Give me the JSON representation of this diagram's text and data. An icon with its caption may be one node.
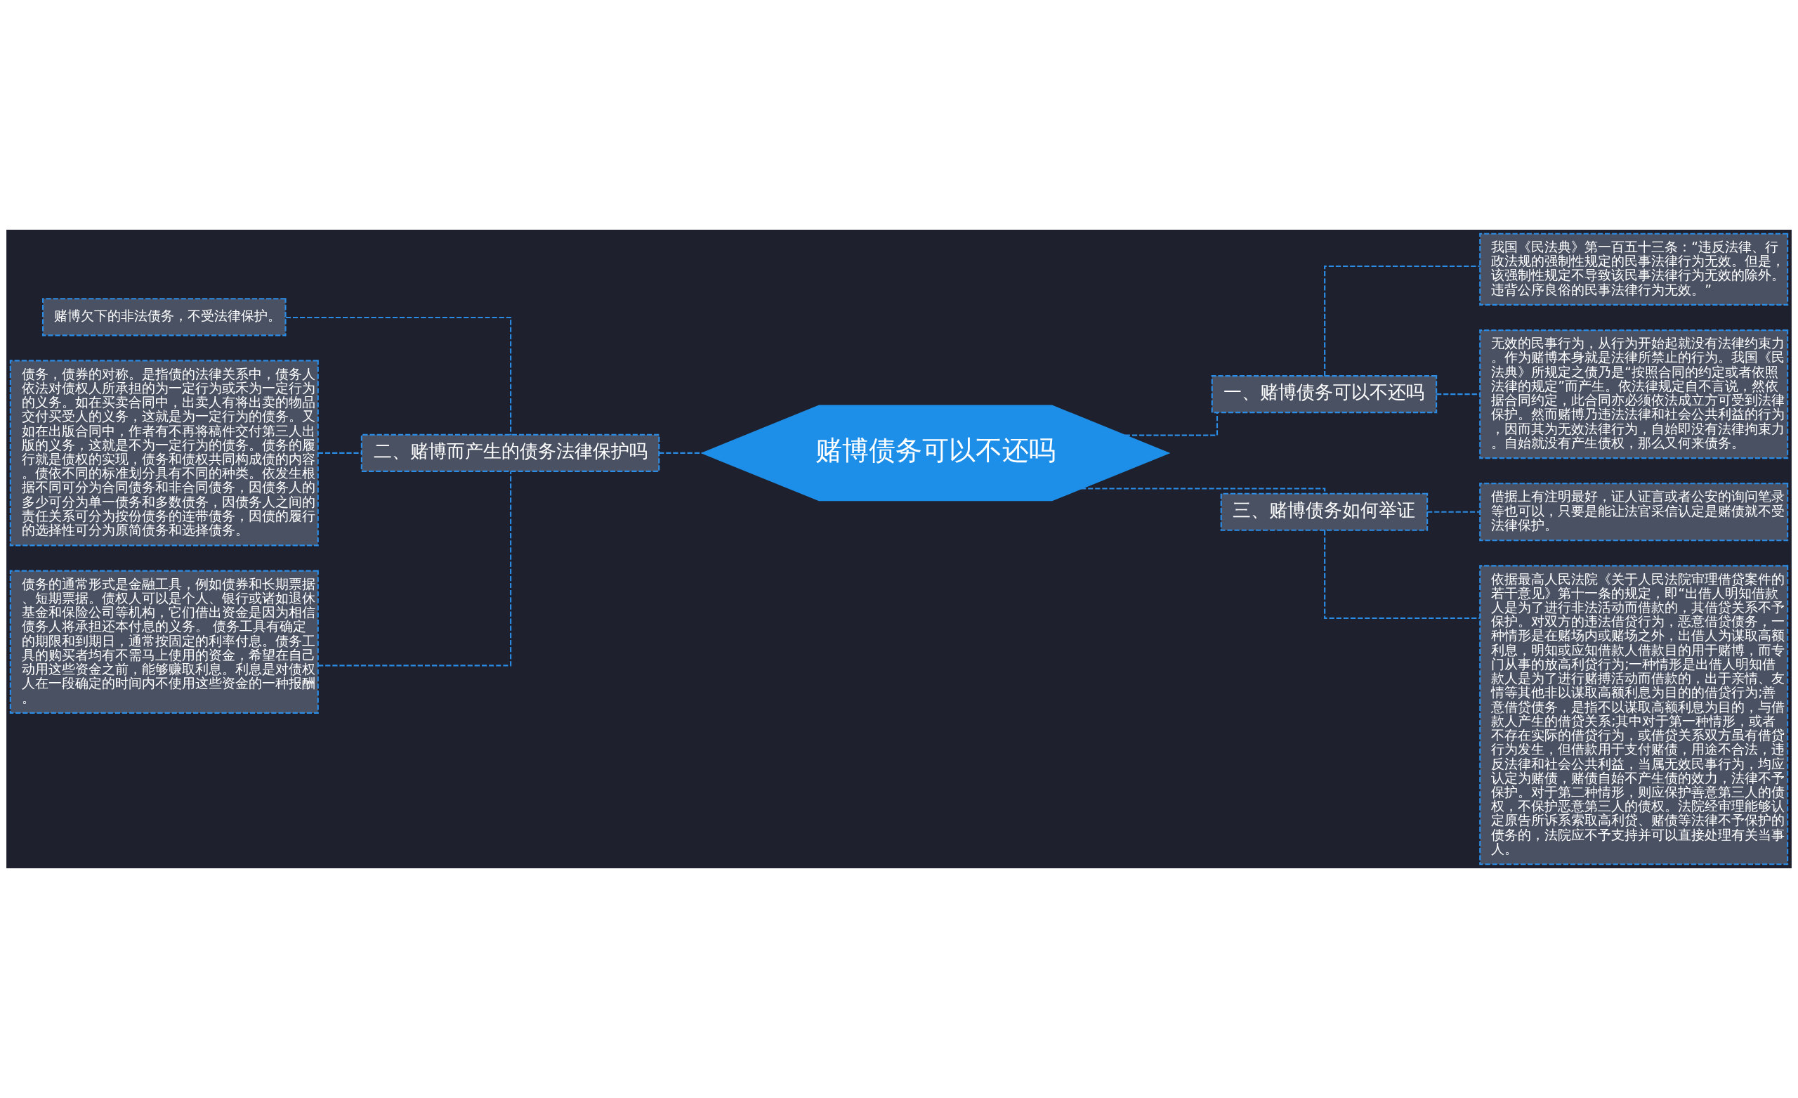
{
  "diagram": {
    "nodes": [
      {
        "text": [
          "赌博债务可以不还吗"
        ]
      },
      {
        "text": [
          "一、赌博债务可以不还吗"
        ]
      },
      {
        "text": [
          "我国《民法典》第一百五十三条：“违反法律、行政法规的强制性规定的民事法律行为无效。但是，该强制性规定不导致该民事法律行为无效的除外。违背公序良俗的民事法律行为无效。”"
        ]
      },
      {
        "text": [
          "无效的民事行为，从行为开始起就没有法律约束力。作为赌博本身就是法律所禁止的行为。我国《民法典》所规定之债乃是“按照合同的约定或者依照法律的规定”而产生。依法律规定自不言说，然依据合同约定，此合同亦必须依法成立方可受到法律保护。然而赌博乃违法法律和社会公共利益的行为，因而其为无效法律行为，自始即没有法律拘束力。自始就没有产生债权，那么又何来债务。"
        ]
      },
      {
        "text": [
          "三、赌博债务如何举证"
        ]
      },
      {
        "text": [
          "借据上有注明最好，证人证言或者公安的询问笔录等也可以，只要是能让法官采信认定是赌债就不受法律保护。"
        ]
      },
      {
        "text": [
          "依据最高人民法院《关于人民法院审理借贷案件的若干意见》第十一条的规定，即“出借人明知借款人是为了进行非法活动而借款的，其借贷关系不予保护。对双方的违法借贷行为，恶意借贷债务，一种情形是在赌场内或赌场之外，出借人为谋取高额利息，明知或应知借款人借款目的用于赌博，而专门从事的放高利贷行为;一种情形是出借人明知借款人是为了进行赌搏活动而借款的，出于亲情、友情等其他非以谋取高额利息为目的的借贷行为;善意借贷债务，是指不以谋取高额利息为目的，与借款人产生的借贷关系;其中对于第一种情形，或者不存在实际的借贷行为，或借贷关系双方虽有借贷行为发生，但借款用于支付赌债，用途不合法，违反法律和社会公共利益，当属无效民事行为，均应认定为赌债，赌债自始不产生债的效力，法律不予保护。对于第二种情形，则应保护善意第三人的债权，不保护恶意第三人的债权。法院经审理能够认定原告所诉系索取高利贷、赌债等法律不予保护的债务的，法院应不予支持并可以直接处理有关当事人。"
        ]
      },
      {
        "text": [
          "二、赌博而产生的债务法律保护吗"
        ]
      },
      {
        "text": [
          "赌博欠下的非法债务，不受法律保护。"
        ]
      },
      {
        "text": [
          "债务，债券的对称。是指债的法律关系中，债务人依法对债权人所承担的为一定行为或禾为一定行为的义务。如在买卖合同中，出卖人有将出卖的物品交付买受人的义务，这就是为一定行为的债务。又如在出版合同中，作者有不再将稿件交付第三人出版的义务，这就是不为一定行为的债务。债务的履行就是债权的实现，债务和债权共同构成债的内容。债依不同的标准划分具有不同的种类。依发生根据不同可分为合同债务和非合同债务，因债务人的多少可分为单一债务和多数债务，因债务人之间的责任关系可分为按份债务的连带债务，因债的履行的选择性可分为原简债务和选择债务。"
        ]
      },
      {
        "text": [
          "债务的通常形式是金融工具，例如债券和长期票据、短期票据。债权人可以是个人、银行或诸如退休基金和保险公司等机构，它们借出资金是因为相信债务人将承担还本付息的义务。 债务工具有确定的期限和到期日，通常按固定的利率付息。债务工具的购买者均有不需马上使用的资金，希望在自己动用这些资金之前，能够赚取利息。利息是对债权人在一段确定的时间内不使用这些资金的一种报酬。"
        ]
      }
    ],
    "edges": [
      {
        "from": 0,
        "to": 1,
        "arrow": "none",
        "style": "dashed"
      },
      {
        "from": 1,
        "to": 2,
        "arrow": "none",
        "style": "dashed"
      },
      {
        "from": 1,
        "to": 3,
        "arrow": "none",
        "style": "dashed"
      },
      {
        "from": 0,
        "to": 4,
        "arrow": "none",
        "style": "dashed"
      },
      {
        "from": 4,
        "to": 5,
        "arrow": "none",
        "style": "dashed"
      },
      {
        "from": 4,
        "to": 6,
        "arrow": "none",
        "style": "dashed"
      },
      {
        "from": 0,
        "to": 7,
        "arrow": "none",
        "style": "dashed"
      },
      {
        "from": 7,
        "to": 8,
        "arrow": "none",
        "style": "dashed"
      },
      {
        "from": 7,
        "to": 9,
        "arrow": "none",
        "style": "dashed"
      },
      {
        "from": 7,
        "to": 10,
        "arrow": "none",
        "style": "dashed"
      }
    ]
  }
}
